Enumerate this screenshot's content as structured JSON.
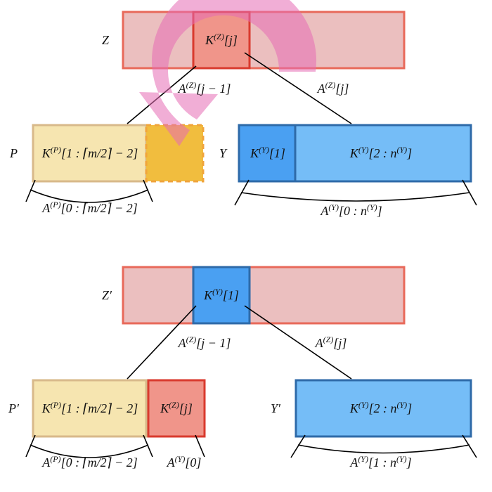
{
  "colors": {
    "z_fill": "#ebbfbf",
    "z_stroke": "#e8695a",
    "kz_fill": "#f0958a",
    "kz_stroke": "#d93a2e",
    "p_fill": "#f6e5b0",
    "p_stroke": "#d8b98a",
    "p_slot_fill": "#f1bd3e",
    "p_slot_stroke": "#f0a43c",
    "y_fill": "#75bdf7",
    "y_stroke": "#2e6aa8",
    "ky1_fill": "#4aa0f2",
    "arrow_fill": "#e66bb4",
    "line": "#000000"
  },
  "top": {
    "node_z": "Z",
    "z_key": "K(Z)[j]",
    "edge_left": "A(Z)[j − 1]",
    "edge_right": "A(Z)[j]",
    "node_p": "P",
    "p_keys": "K(P)[1 : ⌈m/2⌉ − 2]",
    "p_children": "A(P)[0 : ⌈m/2⌉ − 2]",
    "node_y": "Y",
    "y_first_key": "K(Y)[1]",
    "y_rest_keys": "K(Y)[2 : n(Y)]",
    "y_children": "A(Y)[0 : n(Y)]"
  },
  "bottom": {
    "node_z": "Z′",
    "z_key": "K(Y)[1]",
    "edge_left": "A(Z)[j − 1]",
    "edge_right": "A(Z)[j]",
    "node_p": "P′",
    "p_keys": "K(P)[1 : ⌈m/2⌉ − 2]",
    "p_new_key": "K(Z)[j]",
    "p_children": "A(P)[0 : ⌈m/2⌉ − 2]",
    "p_new_child": "A(Y)[0]",
    "node_y": "Y′",
    "y_keys": "K(Y)[2 : n(Y)]",
    "y_children": "A(Y)[1 : n(Y)]"
  }
}
